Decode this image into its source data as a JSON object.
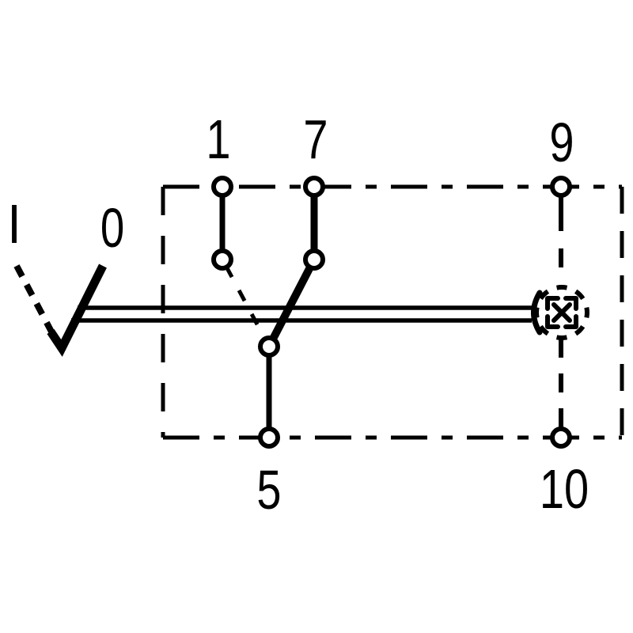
{
  "diagram": {
    "kind": "rocker-switch-wiring-schematic",
    "colors": {
      "foreground": "#000000",
      "background": "#ffffff"
    },
    "switch_positions": {
      "on": "I",
      "off": "0"
    },
    "terminals": {
      "t1": "1",
      "t7": "7",
      "t9": "9",
      "t5": "5",
      "t10": "10"
    },
    "symbols": {
      "lamp": "illumination-lamp-icon",
      "actuator": "rocker-lever",
      "enclosure": "dashed-switch-body-outline",
      "bridge": "contact-bridge-double-line"
    }
  }
}
